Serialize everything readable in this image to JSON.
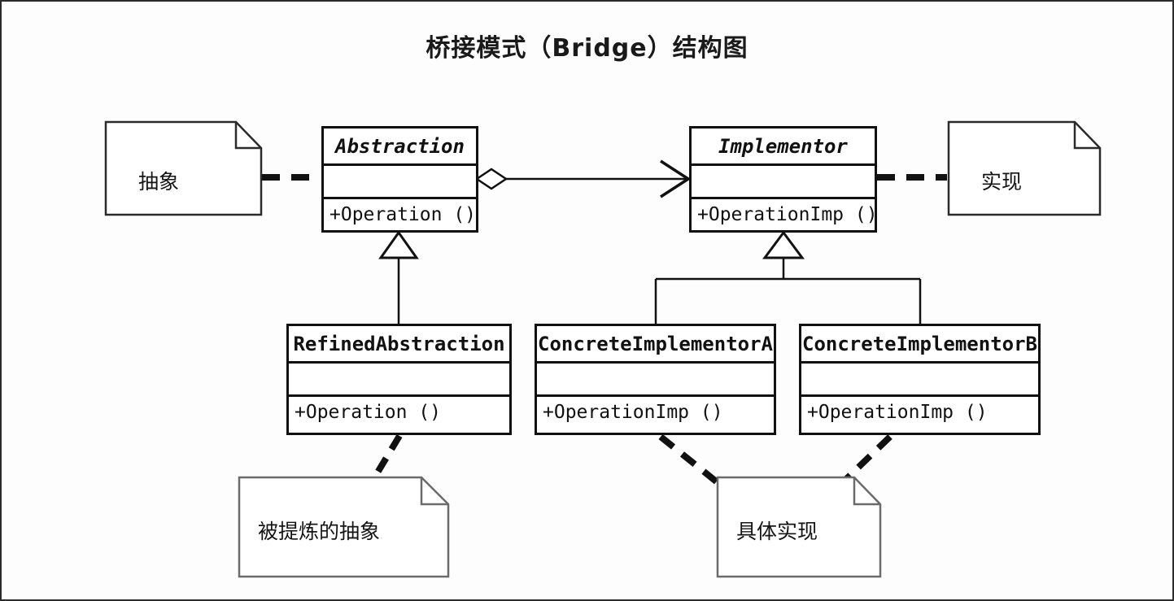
{
  "title": "桥接模式（Bridge）结构图",
  "colors": {
    "stroke": "#111111",
    "fill": "#ffffff",
    "background": "#fdfdfd",
    "frame": "#2b2b2b"
  },
  "classes": [
    {
      "id": "abstraction",
      "name": "Abstraction",
      "abstract": true,
      "attributes": "",
      "operations": "+Operation ()"
    },
    {
      "id": "implementor",
      "name": "Implementor",
      "abstract": true,
      "attributes": "",
      "operations": "+OperationImp ()"
    },
    {
      "id": "refined-abstraction",
      "name": "RefinedAbstraction",
      "abstract": false,
      "attributes": "",
      "operations": "+Operation ()"
    },
    {
      "id": "concrete-implementor-a",
      "name": "ConcreteImplementorA",
      "abstract": false,
      "attributes": "",
      "operations": "+OperationImp ()"
    },
    {
      "id": "concrete-implementor-b",
      "name": "ConcreteImplementorB",
      "abstract": false,
      "attributes": "",
      "operations": "+OperationImp ()"
    }
  ],
  "notes": [
    {
      "id": "note-abstraction",
      "text": "抽象"
    },
    {
      "id": "note-implementation",
      "text": "实现"
    },
    {
      "id": "note-refined-abstraction",
      "text": "被提炼的抽象"
    },
    {
      "id": "note-concrete-implementation",
      "text": "具体实现"
    }
  ],
  "relations": [
    {
      "id": "aggregation",
      "from": "Abstraction",
      "to": "Implementor",
      "type": "aggregation-with-open-arrow"
    },
    {
      "id": "generalization-refined",
      "from": "RefinedAbstraction",
      "to": "Abstraction",
      "type": "generalization"
    },
    {
      "id": "generalization-concrete-a",
      "from": "ConcreteImplementorA",
      "to": "Implementor",
      "type": "generalization"
    },
    {
      "id": "generalization-concrete-b",
      "from": "ConcreteImplementorB",
      "to": "Implementor",
      "type": "generalization"
    },
    {
      "id": "anchor-abstraction-note",
      "from": "note-abstraction",
      "to": "Abstraction",
      "type": "note-anchor"
    },
    {
      "id": "anchor-implementation-note",
      "from": "note-implementation",
      "to": "Implementor",
      "type": "note-anchor"
    },
    {
      "id": "anchor-refined-note",
      "from": "note-refined-abstraction",
      "to": "RefinedAbstraction",
      "type": "note-anchor"
    },
    {
      "id": "anchor-concrete-note-a",
      "from": "note-concrete-implementation",
      "to": "ConcreteImplementorA",
      "type": "note-anchor"
    },
    {
      "id": "anchor-concrete-note-b",
      "from": "note-concrete-implementation",
      "to": "ConcreteImplementorB",
      "type": "note-anchor"
    }
  ]
}
